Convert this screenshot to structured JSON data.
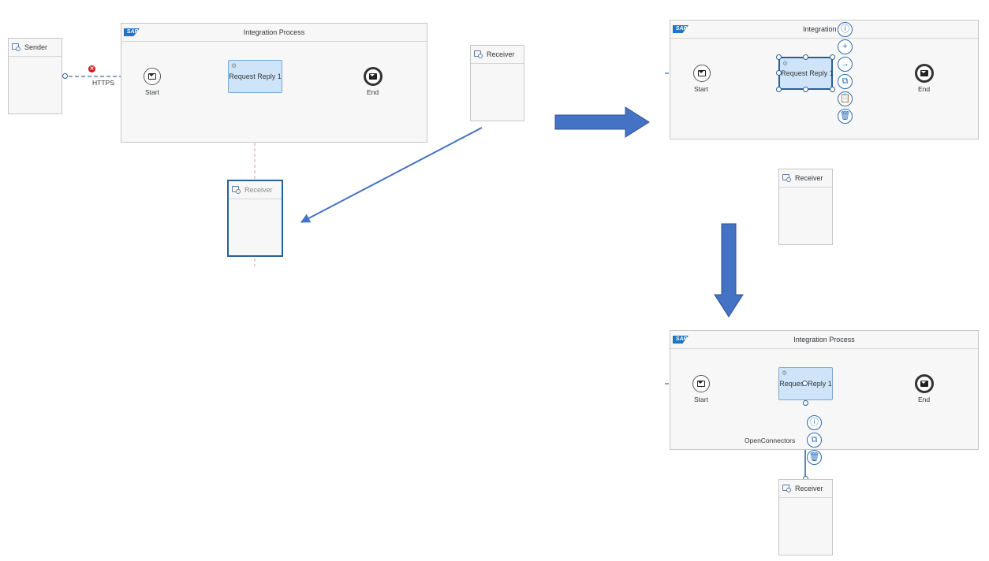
{
  "sap_logo": "SAP",
  "panel1": {
    "sender_label": "Sender",
    "pool_title": "Integration Process",
    "start_label": "Start",
    "end_label": "End",
    "step_label": "Request Reply 1",
    "connection_label": "HTTPS",
    "receiver_label": "Receiver",
    "receiver_ghost_label": "Receiver"
  },
  "panel2": {
    "pool_title": "Integration Pr",
    "start_label": "Start",
    "end_label": "End",
    "step_label": "Request Reply 1",
    "receiver_label": "Receiver",
    "context_icons": [
      "info-icon",
      "plus-icon",
      "arrow-right-icon",
      "copy-icon",
      "paste-icon",
      "delete-icon"
    ]
  },
  "panel3": {
    "pool_title": "Integration Process",
    "start_label": "Start",
    "end_label": "End",
    "step_label": "Request Reply 1",
    "connection_label": "OpenConnectors",
    "receiver_label": "Receiver",
    "context_icons": [
      "info-icon",
      "copy-icon",
      "delete-icon"
    ]
  },
  "colors": {
    "accent": "#2c6cb3",
    "big_arrow": "#4472c4",
    "step_fill": "#cfe4f8",
    "error": "#d21a1a"
  }
}
